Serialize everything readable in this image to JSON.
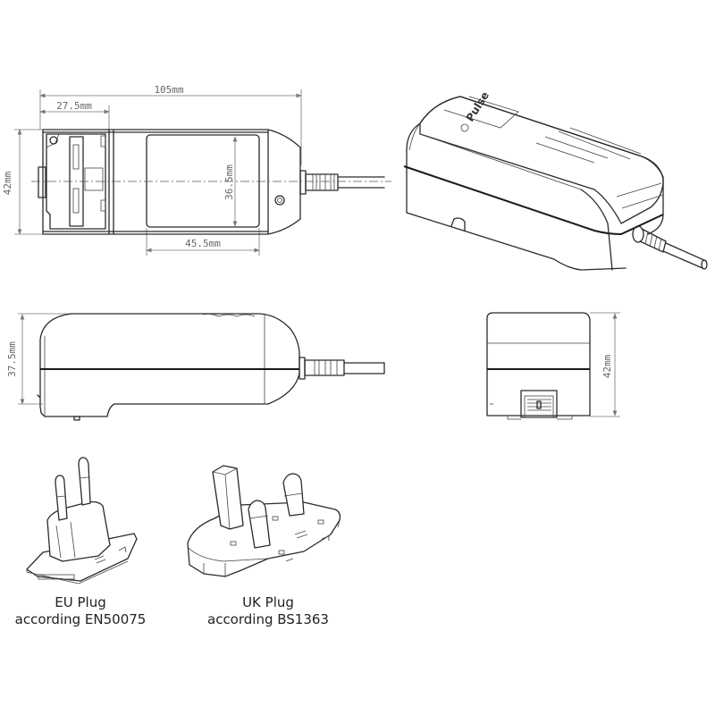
{
  "top_view": {
    "dim_length": "105mm",
    "dim_plug_section": "27.5mm",
    "dim_width": "42mm",
    "dim_label_height": "36.5mm",
    "dim_label_width": "45.5mm"
  },
  "iso_view": {
    "brand": "Pulse"
  },
  "side_view": {
    "dim_height": "37.5mm"
  },
  "end_view": {
    "dim_width": "42mm"
  },
  "plugs": [
    {
      "title": "EU Plug",
      "standard": "according EN50075"
    },
    {
      "title": "UK Plug",
      "standard": "according BS1363"
    }
  ]
}
